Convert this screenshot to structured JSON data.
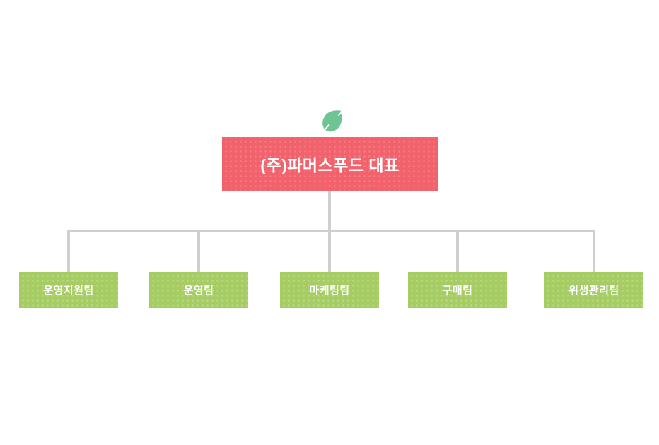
{
  "org_chart": {
    "root": {
      "label": "(주)파머스푸드 대표"
    },
    "teams": [
      {
        "label": "운영지원팀"
      },
      {
        "label": "운영팀"
      },
      {
        "label": "마케팅팀"
      },
      {
        "label": "구매팀"
      },
      {
        "label": "위생관리팀"
      }
    ],
    "colors": {
      "root_box": "#f2626c",
      "team_box": "#a6cd63",
      "leaf_icon": "#6fc494",
      "connector": "#cfcfcf",
      "text": "#ffffff"
    },
    "icons": {
      "leaf": "leaf-icon"
    }
  }
}
